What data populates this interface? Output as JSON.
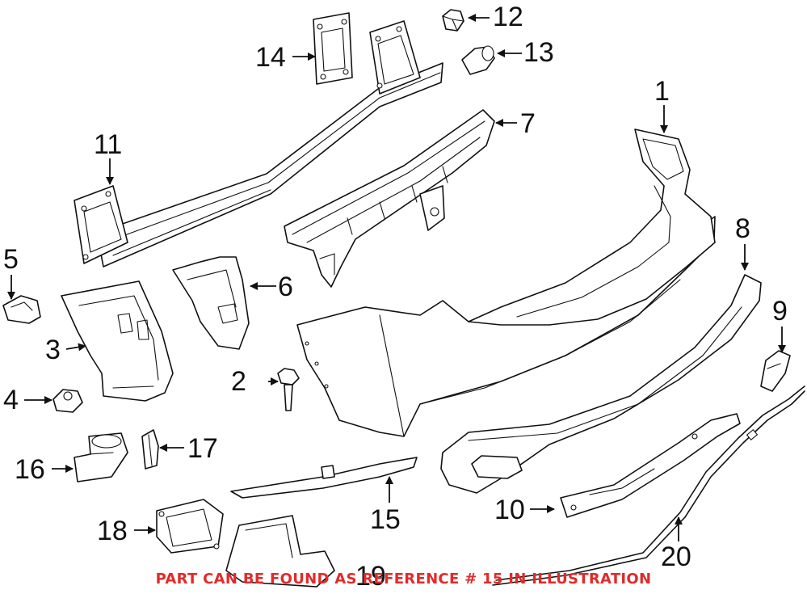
{
  "colors": {
    "line": "#111111",
    "notice": "#e12a2a",
    "background": "#ffffff"
  },
  "callouts": [
    "1",
    "2",
    "3",
    "4",
    "5",
    "6",
    "7",
    "8",
    "9",
    "10",
    "11",
    "12",
    "13",
    "14",
    "15",
    "16",
    "17",
    "18",
    "19",
    "20"
  ],
  "notice": "PART CAN BE FOUND AS REFERENCE # 15 IN ILLUSTRATION"
}
